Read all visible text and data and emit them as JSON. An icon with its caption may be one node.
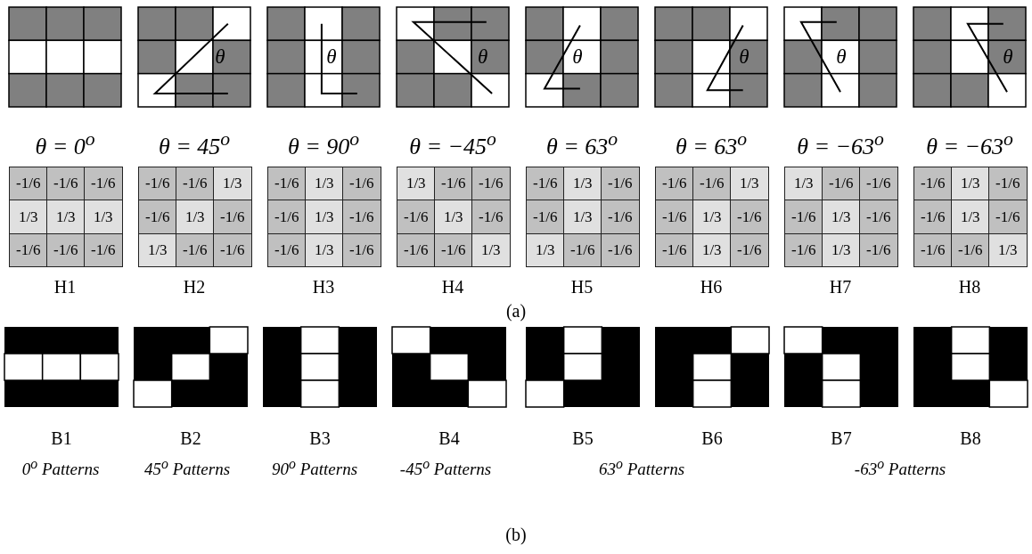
{
  "diagram": {
    "labels": [
      "θ",
      "θ",
      "θ",
      "θ",
      "θ",
      "θ",
      "θ",
      "θ = 0$^{o}$",
      "θ = 45$^{o}$",
      "θ = 90$^{o}$",
      "θ = −45$^{o}$",
      "θ = 63$^{o}$",
      "θ = 63$^{o}$",
      "θ = −63$^{o}$",
      "θ = −63$^{o}$",
      "-1/6",
      "-1/6",
      "-1/6",
      "1/3",
      "1/3",
      "1/3",
      "-1/6",
      "-1/6",
      "-1/6",
      "-1/6",
      "-1/6",
      "1/3",
      "-1/6",
      "1/3",
      "-1/6",
      "1/3",
      "-1/6",
      "-1/6",
      "-1/6",
      "1/3",
      "-1/6",
      "-1/6",
      "1/3",
      "-1/6",
      "-1/6",
      "1/3",
      "-1/6",
      "1/3",
      "-1/6",
      "-1/6",
      "-1/6",
      "1/3",
      "-1/6",
      "-1/6",
      "-1/6",
      "1/3",
      "-1/6",
      "1/3",
      "-1/6",
      "-1/6",
      "1/3",
      "-1/6",
      "1/3",
      "-1/6",
      "-1/6",
      "-1/6",
      "-1/6",
      "1/3",
      "-1/6",
      "1/3",
      "-1/6",
      "-1/6",
      "1/3",
      "-1/6",
      "1/3",
      "-1/6",
      "-1/6",
      "-1/6",
      "1/3",
      "-1/6",
      "-1/6",
      "1/3",
      "-1/6",
      "-1/6",
      "1/3",
      "-1/6",
      "-1/6",
      "1/3",
      "-1/6",
      "-1/6",
      "-1/6",
      "1/3",
      "H1",
      "H2",
      "H3",
      "H4",
      "H5",
      "H6",
      "H7",
      "H8",
      "(a)",
      "B1",
      "B2",
      "B3",
      "B4",
      "B5",
      "B6",
      "B7",
      "B8",
      "0$^{o}$ Patterns",
      "45$^{o}$ Patterns",
      "90$^{o}$ Patterns",
      "-45$^{o}$ Patterns",
      "63$^{o}$ Patterns",
      "-63$^{o}$ Patterns",
      "(b)"
    ]
  }
}
